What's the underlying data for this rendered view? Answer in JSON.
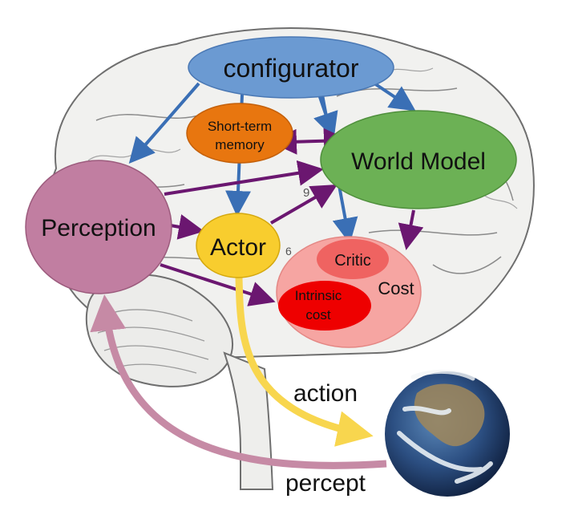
{
  "diagram": {
    "modules": {
      "configurator": "configurator",
      "short_term_memory_line1": "Short-term",
      "short_term_memory_line2": "memory",
      "world_model": "World Model",
      "perception": "Perception",
      "actor": "Actor",
      "cost": "Cost",
      "critic": "Critic",
      "intrinsic_cost_line1": "Intrinsic",
      "intrinsic_cost_line2": "cost"
    },
    "flows": {
      "action": "action",
      "percept": "percept"
    },
    "colors": {
      "configurator": "#6b9ad2",
      "short_term_memory": "#e8760f",
      "world_model": "#6cb155",
      "perception": "#c17ea1",
      "actor": "#f8cd2e",
      "cost": "#f6a5a2",
      "critic": "#ef6361",
      "intrinsic_cost": "#ee0000",
      "config_arrows": "#3a6fb5",
      "data_arrows": "#6b1770",
      "action_arrow": "#f8d64e",
      "percept_arrow": "#c68aa5"
    }
  }
}
